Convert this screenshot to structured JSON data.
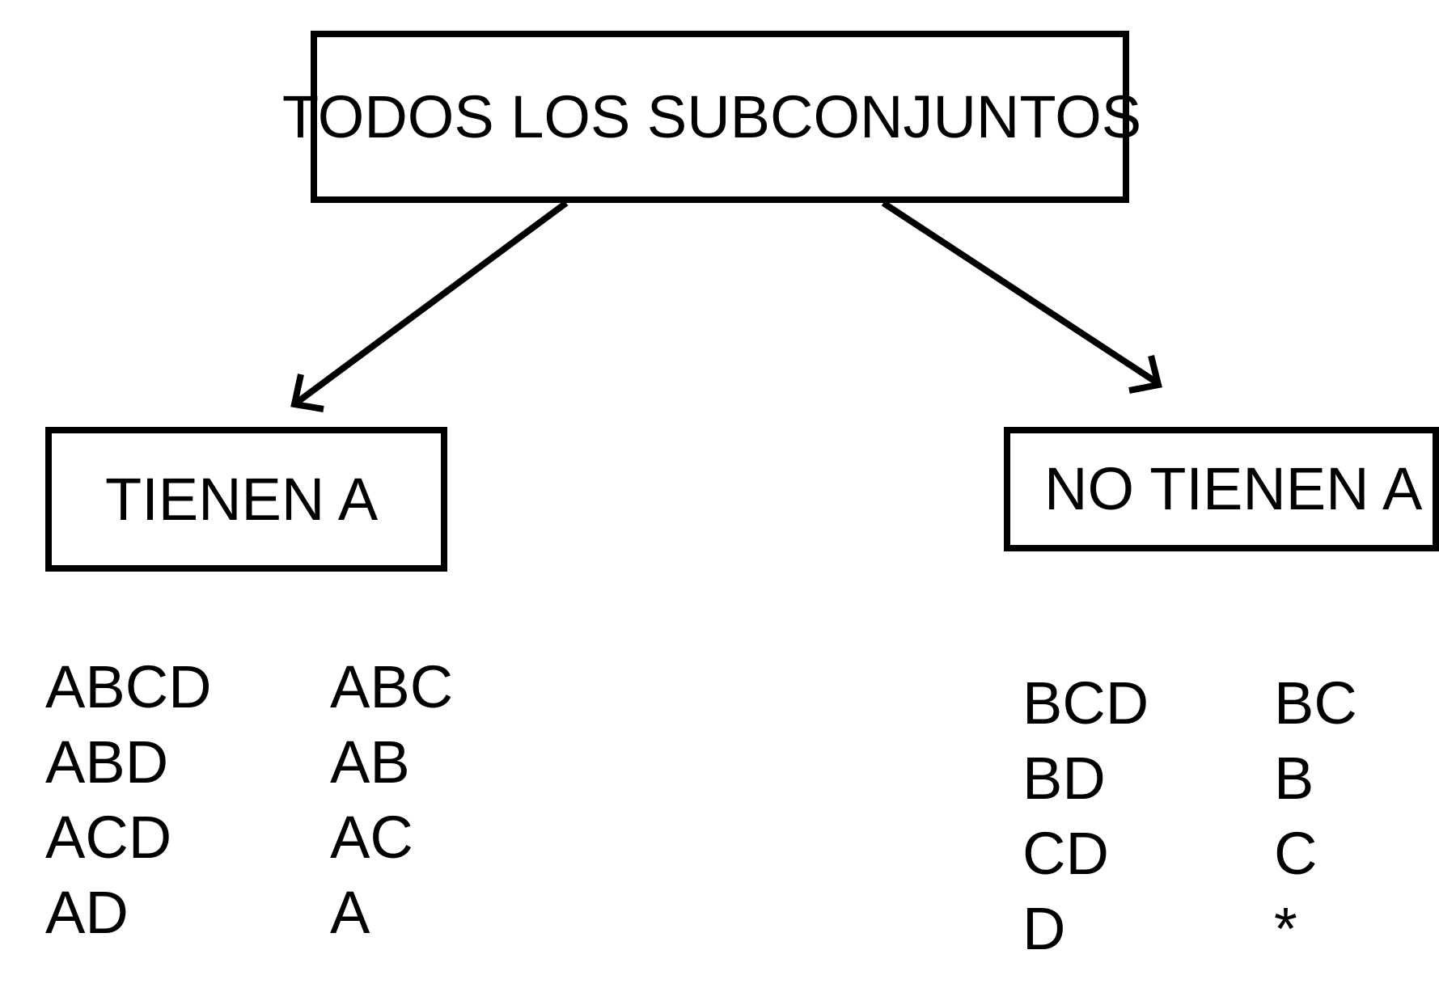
{
  "root": {
    "label": "TODOS LOS SUBCONJUNTOS"
  },
  "left_branch": {
    "label": "TIENEN A",
    "column_1": [
      "ABCD",
      "ABD",
      "ACD",
      "AD"
    ],
    "column_2": [
      "ABC",
      "AB",
      "AC",
      "A"
    ]
  },
  "right_branch": {
    "label": "NO TIENEN A",
    "column_1": [
      "BCD",
      "BD",
      "CD",
      "D"
    ],
    "column_2": [
      "BC",
      "B",
      "C",
      "*"
    ]
  },
  "colors": {
    "ink": "#000000",
    "background": "#ffffff"
  }
}
